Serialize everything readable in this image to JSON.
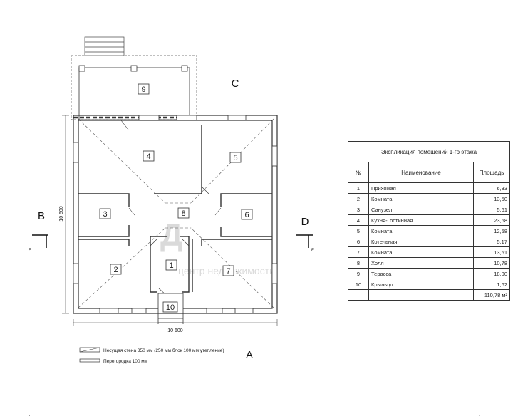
{
  "rooms": [
    {
      "num": "1"
    },
    {
      "num": "2"
    },
    {
      "num": "3"
    },
    {
      "num": "4"
    },
    {
      "num": "5"
    },
    {
      "num": "6"
    },
    {
      "num": "7"
    },
    {
      "num": "8"
    },
    {
      "num": "9"
    },
    {
      "num": "10"
    }
  ],
  "sections": {
    "a": "A",
    "b": "B",
    "c": "C",
    "d": "D",
    "e_left": "E",
    "e_right": "E"
  },
  "dimensions": {
    "bottom": "10 600",
    "left": "10 600"
  },
  "watermark": "центр недвижимости",
  "legend": {
    "bearing": "Несущая стена 350 мм (250 мм блок 100 мм утепление)",
    "partition": "Перегородка 100 мм"
  },
  "table": {
    "title": "Экспликация помещений 1-го этажа",
    "headers": {
      "num": "№",
      "name": "Наименование",
      "area": "Площадь"
    },
    "rows": [
      {
        "num": "1",
        "name": "Прихожая",
        "area": "6,33"
      },
      {
        "num": "2",
        "name": "Комната",
        "area": "13,50"
      },
      {
        "num": "3",
        "name": "Санузел",
        "area": "5,61"
      },
      {
        "num": "4",
        "name": "Кухня-Гостинная",
        "area": "23,68"
      },
      {
        "num": "5",
        "name": "Комната",
        "area": "12,58"
      },
      {
        "num": "6",
        "name": "Котельная",
        "area": "5,17"
      },
      {
        "num": "7",
        "name": "Комната",
        "area": "13,51"
      },
      {
        "num": "8",
        "name": "Холл",
        "area": "10,78"
      },
      {
        "num": "9",
        "name": "Терасса",
        "area": "18,00"
      },
      {
        "num": "10",
        "name": "Крыльцо",
        "area": "1,62"
      }
    ],
    "total": "110,78 м²"
  }
}
